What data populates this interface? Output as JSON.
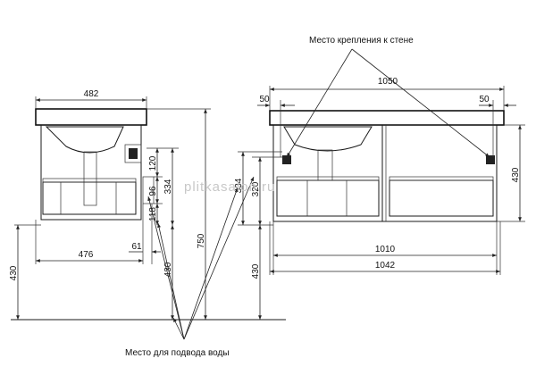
{
  "labels": {
    "wall_mount": "Место крепления к стене",
    "water_supply": "Место для подвода воды",
    "watermark": "plitkasalon.ru"
  },
  "side_view": {
    "width_top": "482",
    "depth_bottom": "476",
    "offset_61": "61",
    "h_120": "120",
    "h_96": "96",
    "h_118": "118",
    "h_334": "334",
    "h_750": "750",
    "floor_430": "430",
    "pipe_430": "430"
  },
  "front_view": {
    "width_top": "1050",
    "edge_left": "50",
    "edge_right": "50",
    "h_334": "334",
    "h_320": "320",
    "h_430_right": "430",
    "floor_430": "430",
    "width_1010": "1010",
    "width_1042": "1042"
  }
}
